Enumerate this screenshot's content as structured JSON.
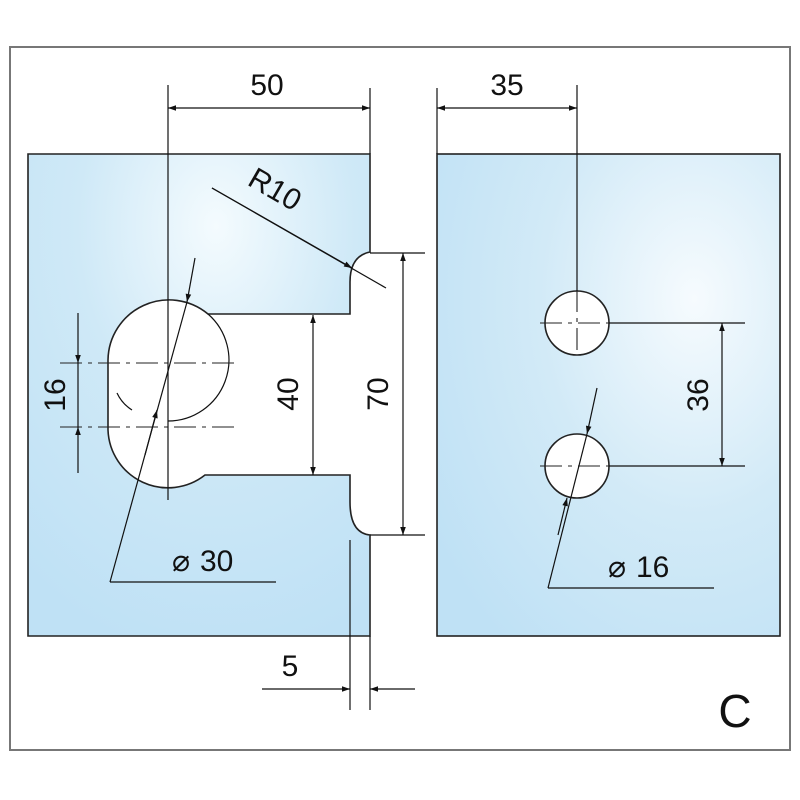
{
  "diagram": {
    "variant_label": "C",
    "dimensions": {
      "width_left": "50",
      "width_right": "35",
      "radius": "R10",
      "slot_height": "16",
      "gap_height": "40",
      "notch_height": "70",
      "gap_width": "5",
      "hole_left_diameter": "30",
      "hole_right_diameter": "16",
      "hole_spacing": "36"
    },
    "diameter_symbol": "⌀"
  },
  "colors": {
    "glass": "#c2e3f5",
    "glass_light": "#eef8fd",
    "frame": "#777777"
  }
}
